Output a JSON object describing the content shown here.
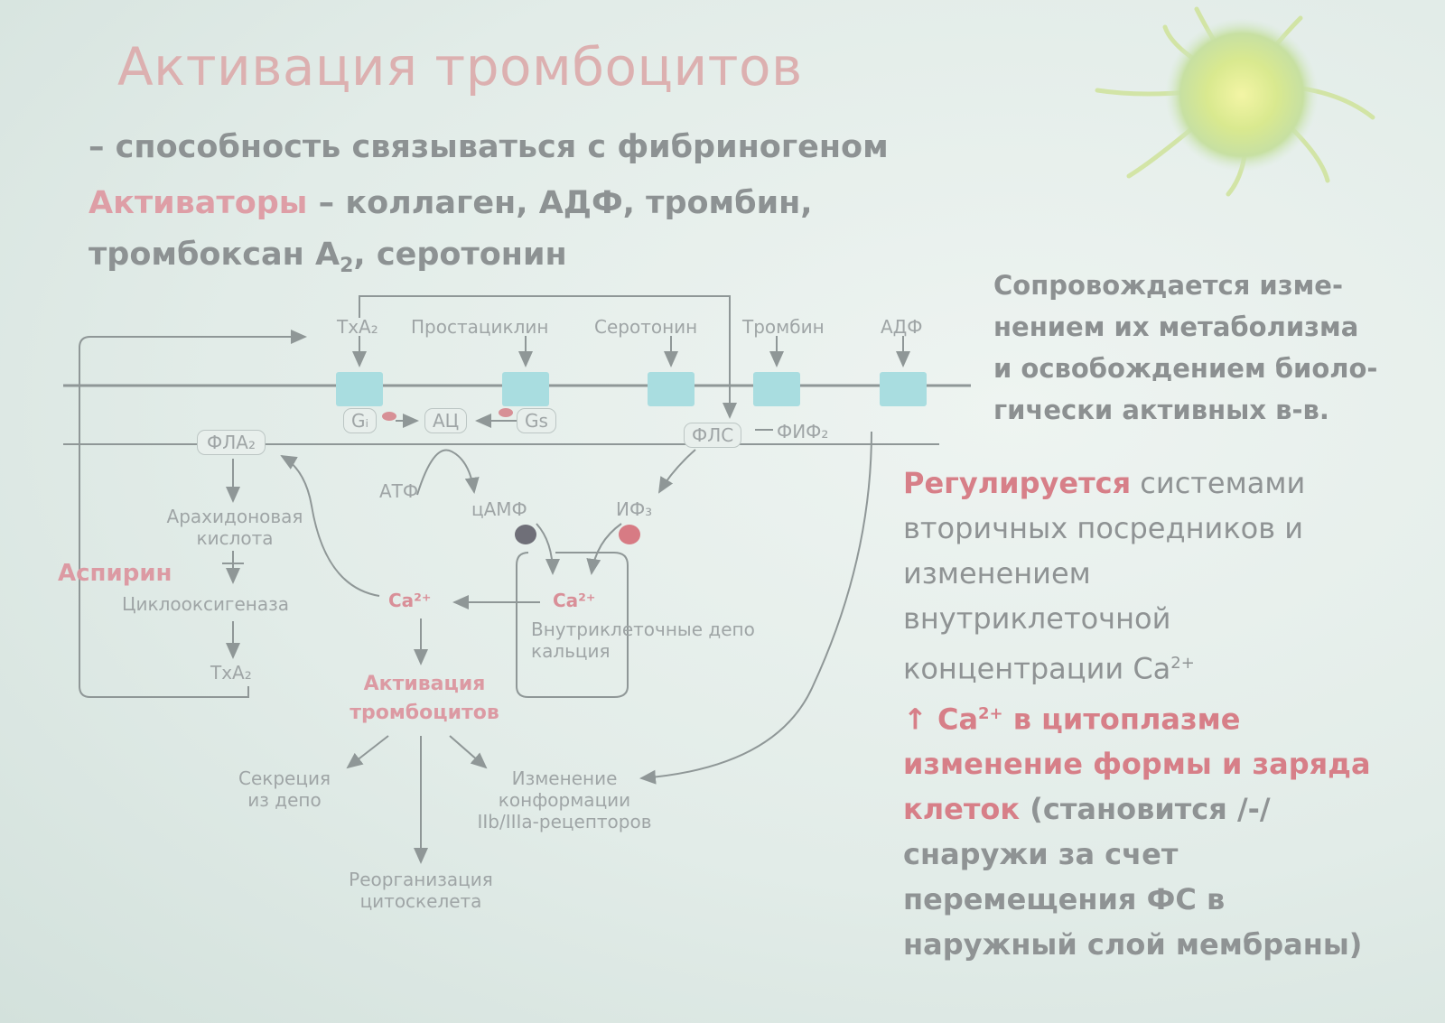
{
  "slide": {
    "title": "Активация тромбоцитов",
    "definition": "– способность связываться с фибриногеном",
    "activators_label": "Активаторы",
    "activators_text": " – коллаген, АДФ, тромбин,",
    "activators_line2_pre": "тромбоксан А",
    "activators_line2_sub": "2",
    "activators_line2_post": ", серотонин"
  },
  "right_panel": {
    "metabolism_lines": [
      "Сопровождается     изме-",
      "нением их метаболизма",
      "и освобождением биоло-",
      "гически активных в-в."
    ],
    "regulation_label": "Регулируется",
    "regulation_lines": [
      " системами",
      "вторичных посредников и",
      "изменением",
      "внутриклеточной",
      "концентрации Са"
    ],
    "regulation_sup": "2+",
    "ca_arrow": "↑ Ca",
    "ca_sup": "2+",
    "ca_rest": " в цитоплазме",
    "effect_lines": [
      "изменение формы и заряда",
      "клеток"
    ],
    "effect_tail_lines": [
      " (становится /-/",
      "снаружи за счет",
      "перемещения ФС в",
      "наружный слой мембраны)"
    ]
  },
  "diagram": {
    "receptors": {
      "txa2": "TxA₂",
      "prostacyclin": "Простациклин",
      "serotonin": "Серотонин",
      "thrombin": "Тромбин",
      "adp": "АДФ"
    },
    "gi": "Gᵢ",
    "ac": "АЦ",
    "gs": "Gs",
    "fla2": "ФЛА₂",
    "fls": "ФЛС",
    "fif2": "ФИФ₂",
    "arachidonic": [
      "Арахидоновая",
      "кислота"
    ],
    "aspirin": "Аспирин",
    "cyclooxygenase": "Циклооксигеназа",
    "txa2_bottom": "TxA₂",
    "atp": "АТФ",
    "camp": "цАМФ",
    "ip3": "ИФ₃",
    "ca_cyto": "Ca²⁺",
    "ca_depot": "Ca²⁺",
    "depot_label": [
      "Внутриклеточные депо",
      "кальция"
    ],
    "activation": [
      "Активация",
      "тромбоцитов"
    ],
    "secretion": [
      "Секреция",
      "из депо"
    ],
    "conformation": [
      "Изменение",
      "конформации",
      "IIb/IIIa-рецепторов"
    ],
    "reorganization": [
      "Реорганизация",
      "цитоскелета"
    ]
  },
  "colors": {
    "title": "#dcb0b0",
    "accent_red": "#de9ea6",
    "receptor": "#a9dde0",
    "line": "#8f9797"
  }
}
